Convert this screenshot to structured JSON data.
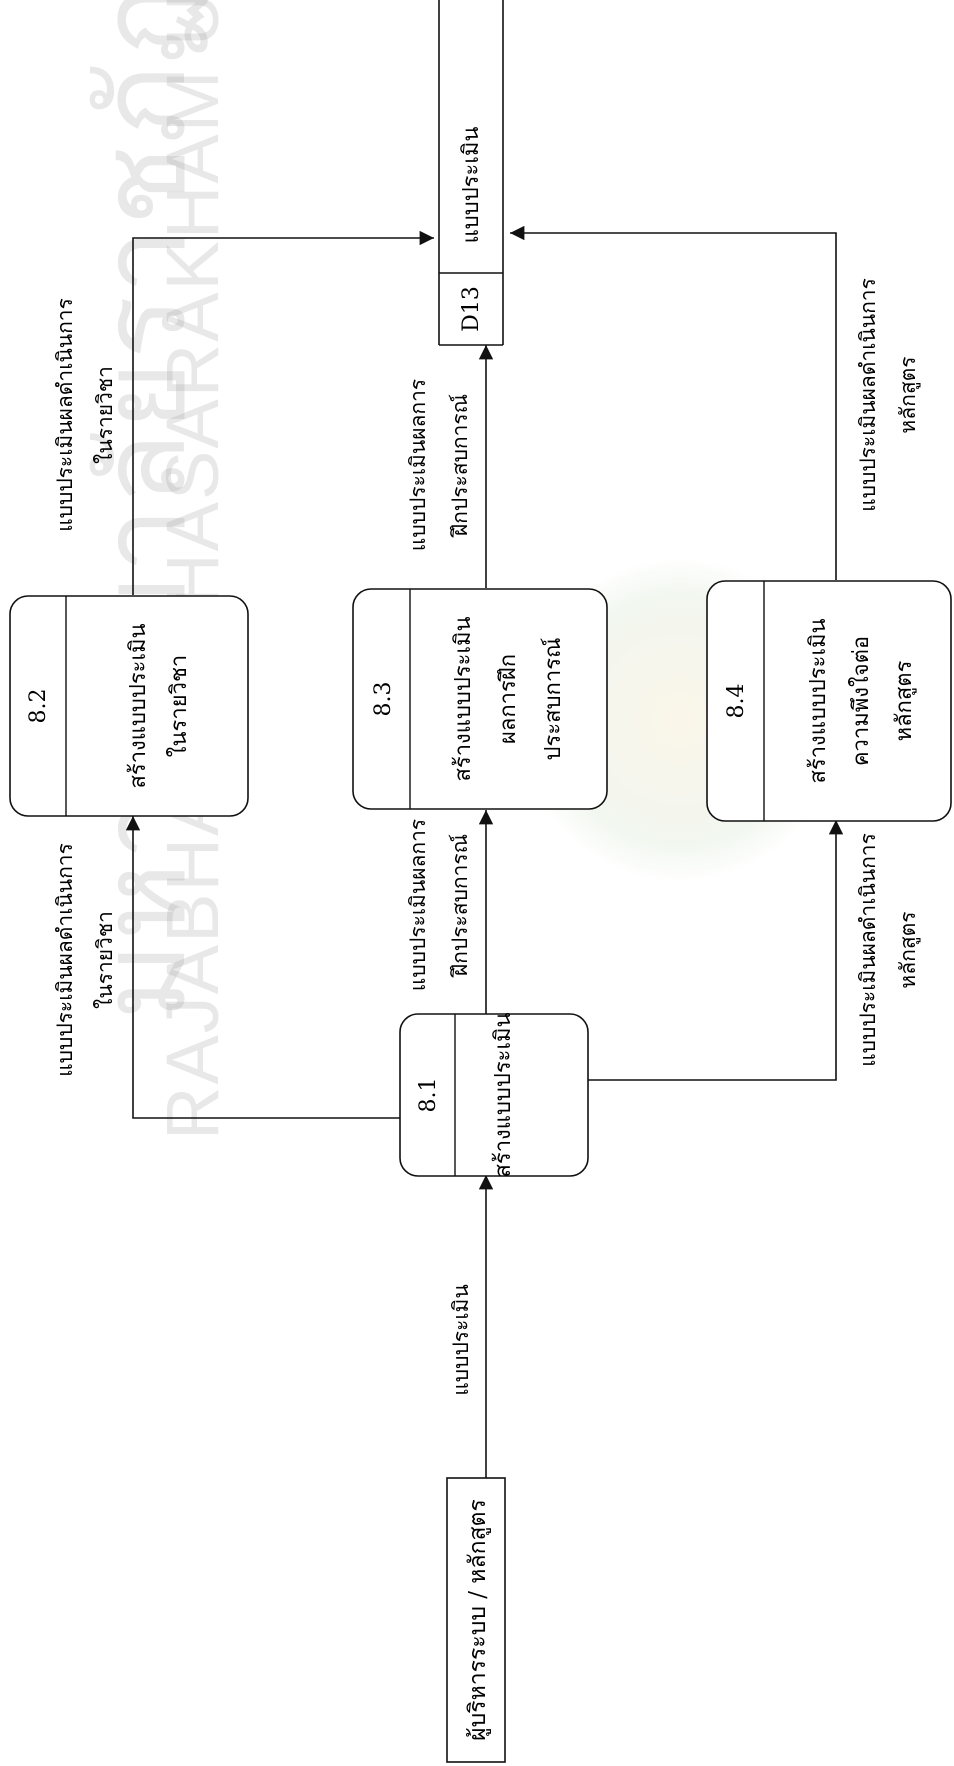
{
  "watermark": {
    "thai_text": "มหาวิทยาลัยราชภัฏมหาสารคาม",
    "english_text": "RAJABHAT MAHASARAKHAM UNIVERSITY"
  },
  "external_entity": {
    "label": "ผู้บริหารระบบ / หลักสูตร"
  },
  "processes": [
    {
      "id": "8.1",
      "label_lines": [
        "สร้างแบบประเมิน"
      ]
    },
    {
      "id": "8.2",
      "label_lines": [
        "สร้างแบบประเมิน",
        "ในรายวิชา"
      ]
    },
    {
      "id": "8.3",
      "label_lines": [
        "สร้างแบบประเมิน",
        "ผลการฝึก",
        "ประสบการณ์"
      ]
    },
    {
      "id": "8.4",
      "label_lines": [
        "สร้างแบบประเมิน",
        "ความพึงใจต่อ",
        "หลักสูตร"
      ]
    }
  ],
  "data_store": {
    "id": "D13",
    "label": "แบบประเมิน"
  },
  "flows": {
    "entity_to_8_1": [
      "แบบประเมิน"
    ],
    "p8_1_to_8_2": [
      "แบบประเมินผลดำเนินการ",
      "ในรายวิชา"
    ],
    "p8_1_to_8_3": [
      "แบบประเมินผลการ",
      "ฝึกประสบการณ์"
    ],
    "p8_1_to_8_4": [
      "แบบประเมินผลดำเนินการ",
      "หลักสูตร"
    ],
    "p8_2_to_d13": [
      "แบบประเมินผลดำเนินการ",
      "ในรายวิชา"
    ],
    "p8_3_to_d13": [
      "แบบประเมินผลการ",
      "ฝึกประสบการณ์"
    ],
    "p8_4_to_d13": [
      "แบบประเมินผลดำเนินการ",
      "หลักสูตร"
    ]
  }
}
